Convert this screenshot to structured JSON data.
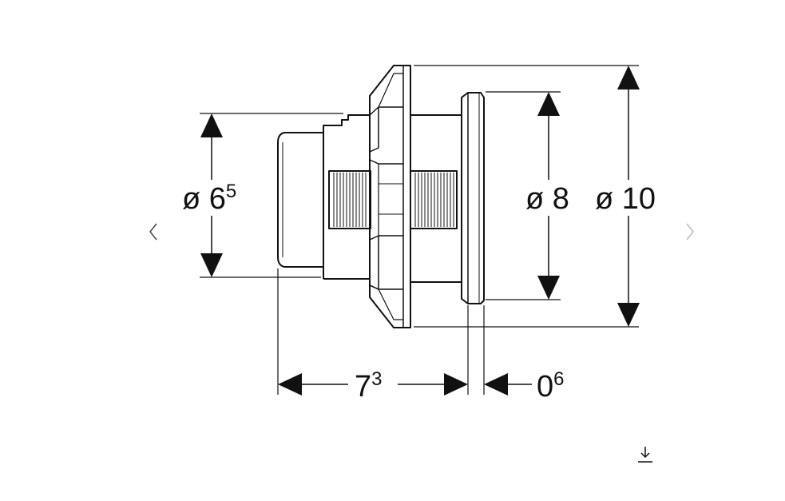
{
  "dimensions": {
    "d_65": {
      "prefix": "ø 6",
      "sup": "5"
    },
    "d_8": {
      "prefix": "ø 8",
      "sup": ""
    },
    "d_10": {
      "prefix": "ø 10",
      "sup": ""
    },
    "l_73": {
      "prefix": "7",
      "sup": "3"
    },
    "l_06": {
      "prefix": "0",
      "sup": "6"
    }
  },
  "controls": {
    "prev": "previous-arrow-icon",
    "next": "next-arrow-icon",
    "download": "download-icon"
  },
  "colors": {
    "line": "#111111",
    "nav_prev": "#444444",
    "nav_next": "#bbbbbb"
  }
}
